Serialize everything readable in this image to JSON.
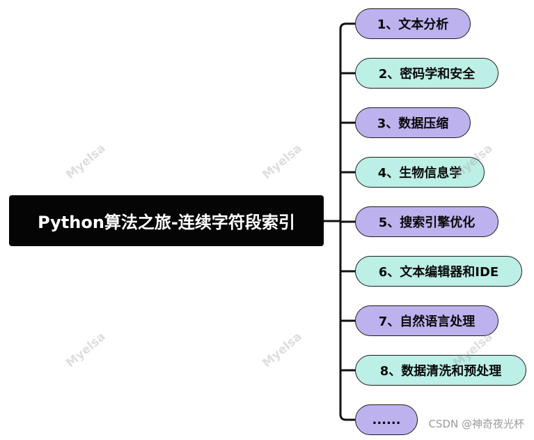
{
  "root": {
    "title": "Python算法之旅-连续字符段索引"
  },
  "branches": [
    {
      "label": "1、文本分析",
      "color": "#bdb2ee"
    },
    {
      "label": "2、密码学和安全",
      "color": "#bcefe6"
    },
    {
      "label": "3、数据压缩",
      "color": "#bdb2ee"
    },
    {
      "label": "4、生物信息学",
      "color": "#bcefe6"
    },
    {
      "label": "5、搜索引擎优化",
      "color": "#bdb2ee"
    },
    {
      "label": "6、文本编辑器和IDE",
      "color": "#bcefe6"
    },
    {
      "label": "7、自然语言处理",
      "color": "#bdb2ee"
    },
    {
      "label": "8、数据清洗和预处理",
      "color": "#bcefe6"
    },
    {
      "label": "......",
      "color": "#bdb2ee"
    }
  ],
  "watermark": {
    "text": "Myelsa"
  },
  "footer": {
    "credit": "CSDN @神奇夜光杯"
  },
  "colors": {
    "root_bg": "#050505",
    "root_text": "#ffffff",
    "connector": "#111111"
  }
}
